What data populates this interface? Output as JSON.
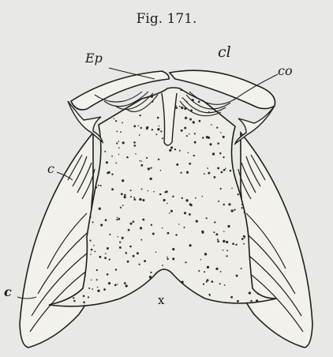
{
  "figure": {
    "title": "Fig. 171.",
    "labels": {
      "ep": "Ep",
      "cl": "cl",
      "co": "co",
      "c_upper": "c",
      "c_lower": "c",
      "x": "x"
    },
    "colors": {
      "background": "#e8e8e4",
      "ink": "#1a1a1a",
      "bone_fill": "#f2f1ec"
    }
  }
}
